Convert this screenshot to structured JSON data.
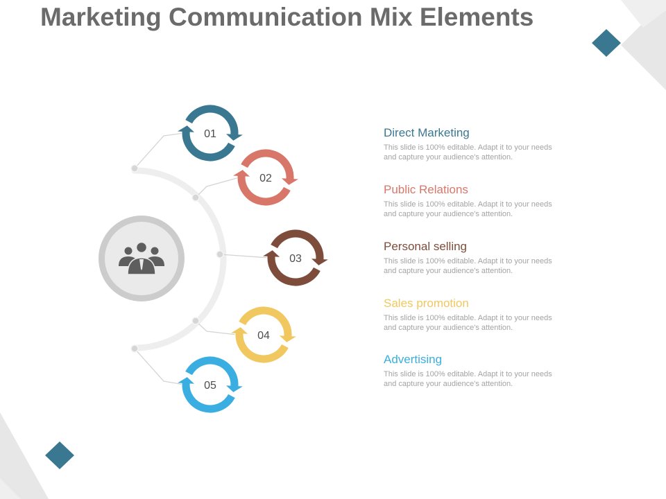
{
  "title": "Marketing Communication Mix Elements",
  "center_icon": "people-group-icon",
  "colors": {
    "title": "#6b6b6b",
    "accent_diamond": "#3a7791"
  },
  "steps": [
    {
      "number": "01",
      "title": "Direct Marketing",
      "description": "This slide is 100% editable. Adapt it to your needs and capture your audience's attention.",
      "color": "#3a7791"
    },
    {
      "number": "02",
      "title": "Public Relations",
      "description": "This slide is 100% editable. Adapt it to your needs and capture your audience's attention.",
      "color": "#d9766a"
    },
    {
      "number": "03",
      "title": "Personal selling",
      "description": "This slide is 100% editable. Adapt it to your needs and capture your audience's attention.",
      "color": "#7d4c3b"
    },
    {
      "number": "04",
      "title": "Sales promotion",
      "description": "This slide is 100% editable. Adapt it to your needs and capture your audience's attention.",
      "color": "#f1c85f"
    },
    {
      "number": "05",
      "title": "Advertising",
      "description": "This slide is 100% editable. Adapt it to your needs and capture your audience's attention.",
      "color": "#3aaee0"
    }
  ]
}
